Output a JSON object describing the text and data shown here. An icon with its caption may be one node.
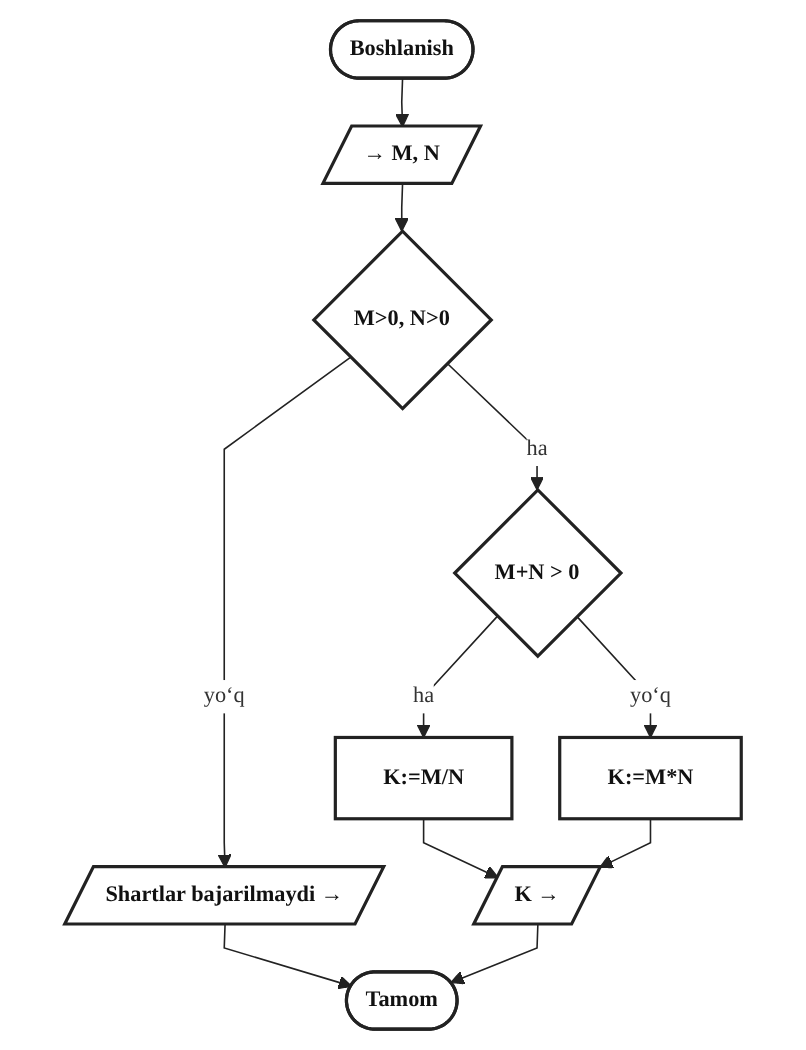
{
  "diagram": {
    "nodes": [
      {
        "text": [
          "Boshlanish"
        ]
      },
      {
        "text": [
          "→ M, N"
        ]
      },
      {
        "text": [
          "M>0, N>0"
        ]
      },
      {
        "text": [
          "Shartlar bajarilmaydi →"
        ]
      },
      {
        "text": [
          "M+N > 0"
        ]
      },
      {
        "text": [
          "K:=M/N"
        ]
      },
      {
        "text": [
          "K:=M*N"
        ]
      },
      {
        "text": [
          "K →"
        ]
      },
      {
        "text": [
          "Tamom"
        ]
      }
    ],
    "edges": [
      {
        "from": 0,
        "to": 1,
        "arrow": "to"
      },
      {
        "from": 1,
        "to": 2,
        "arrow": "to"
      },
      {
        "from": 2,
        "to": 3,
        "label": "yo‘q",
        "arrow": "to"
      },
      {
        "from": 2,
        "to": 4,
        "label": "ha",
        "arrow": "to"
      },
      {
        "from": 4,
        "to": 5,
        "label": "ha",
        "arrow": "to"
      },
      {
        "from": 4,
        "to": 6,
        "label": "yo‘q",
        "arrow": "to"
      },
      {
        "from": 5,
        "to": 7,
        "arrow": "to"
      },
      {
        "from": 6,
        "to": 7,
        "arrow": "to"
      },
      {
        "from": 3,
        "to": 8,
        "arrow": "to"
      },
      {
        "from": 7,
        "to": 8,
        "arrow": "to"
      }
    ]
  }
}
